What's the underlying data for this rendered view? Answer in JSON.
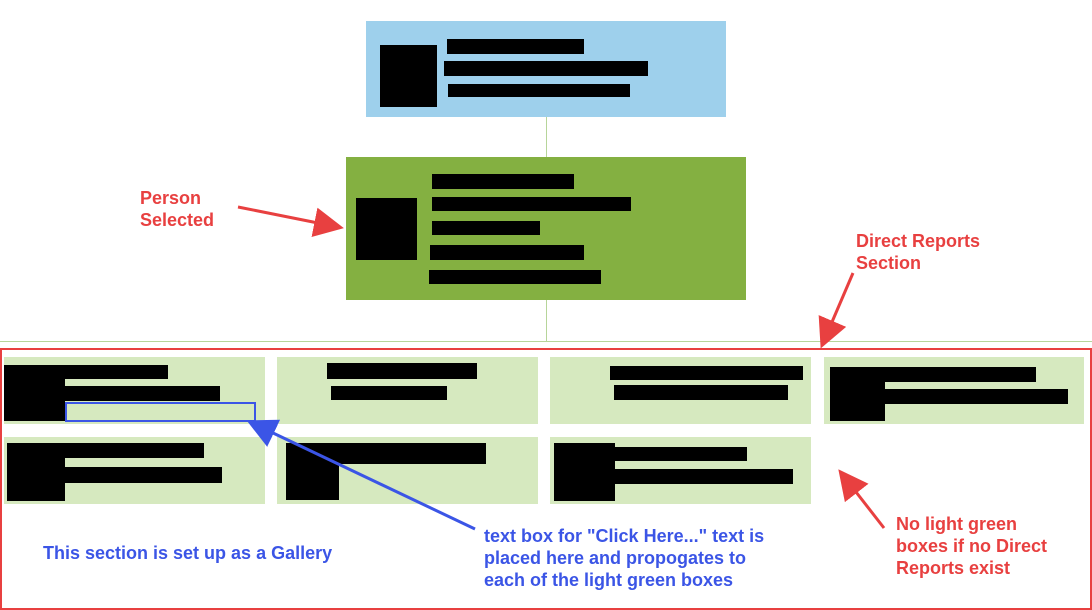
{
  "labels": {
    "person_selected": "Person\nSelected",
    "direct_reports_section": "Direct Reports\nSection",
    "gallery_note": "This section is set up as a Gallery",
    "textbox_note": "text box for \"Click Here...\" text is\nplaced here and propogates to\neach of the light green boxes",
    "no_boxes_note": "No light green\nboxes if no Direct\nReports exist"
  },
  "colors": {
    "manager_box": "#9ed0ec",
    "selected_box": "#84b041",
    "report_box": "#d6e9bf",
    "redaction": "#000000",
    "annotation_red": "#e84040",
    "annotation_blue": "#3b55e6"
  }
}
